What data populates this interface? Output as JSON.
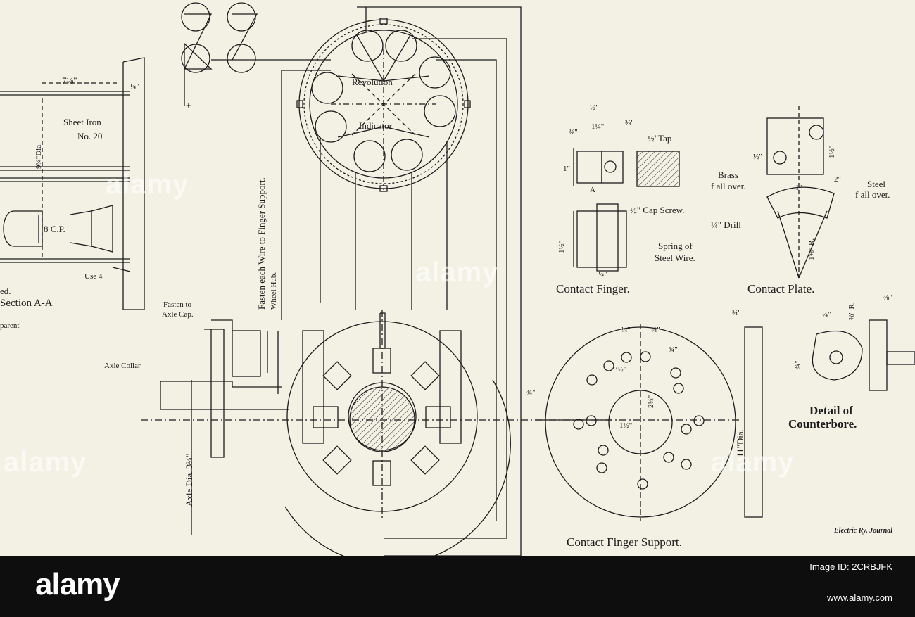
{
  "drawing": {
    "revolution_label": "Revolution",
    "indicator_label": "Indicator",
    "sheet_iron_label": "Sheet Iron",
    "no20_label": "No. 20",
    "dim_7_1_8": "7⅛\"",
    "dim_1_4_top": "¼\"",
    "dim_dia": "9¾\"Dia.",
    "lamp_label": "8 C.P.",
    "use4_label": "Use 4",
    "ed_fragment": "ed.",
    "section_caption": "Section A-A",
    "parent_fragment": "parent",
    "plus_sign": "+",
    "fasten_wire_note_1": "Fasten each Wire to Finger Support.",
    "fasten_wire_note_2": "Wheel Hub.",
    "fasten_axle_cap_1": "Fasten to",
    "fasten_axle_cap_2": "Axle Cap.",
    "axle_collar_label": "Axle Collar",
    "axle_dia_label": "Axle Dia. 3¾\"",
    "cf_dim_half": "½\"",
    "cf_dim_3_8_left": "⅜\"",
    "cf_dim_1_1_4": "1¼\"",
    "cf_dim_3_8_right": "⅜\"",
    "cf_tap": "½\"Tap",
    "cf_a_label": "A",
    "cf_dim_1": "1\"",
    "cf_cap_screw": "½\" Cap Screw.",
    "cf_dim_1_1_2": "1½\"",
    "cf_spring_1": "Spring of",
    "cf_spring_2": "Steel Wire.",
    "cf_dim_1_4": "¼\"",
    "contact_finger_caption": "Contact Finger.",
    "cp_dim_1_1_2": "1½\"",
    "cp_dim_half": "½\"",
    "cp_brass": "Brass",
    "cp_brass_finish": "f all over.",
    "cp_steel": "Steel",
    "cp_steel_finish": "f all over.",
    "cp_dim_2": "2\"",
    "cp_dim_1": "1\"",
    "cp_drill": "¼\" Drill",
    "cp_radius": "1⅝\" R.",
    "contact_plate_caption": "Contact Plate.",
    "cb_dim_3_4_a": "¾\"",
    "cb_dim_1_4": "¼\"",
    "cb_dim_3_8_r": "⅜\" R.",
    "cb_dim_3_8": "⅜\"",
    "cb_dim_3_4_b": "¾\"",
    "counterbore_caption_1": "Detail of",
    "counterbore_caption_2": "Counterbore.",
    "cfs_dim_3_4_left": "¾\"",
    "cfs_dim_1_4_a": "¼\"",
    "cfs_dim_1_4_b": "¼\"",
    "cfs_dim_3_4": "¾\"",
    "cfs_dim_3_1_2": "3½\"",
    "cfs_dim_1_1_2": "1½\"",
    "cfs_dim_2_1_2": "2½\"",
    "cfs_dim_11_dia": "11\"Dia.",
    "contact_finger_support_caption": "Contact Finger Support.",
    "credit": "Electric Ry. Journal"
  },
  "watermarks": [
    "alamy",
    "alamy",
    "alamy",
    "alamy"
  ],
  "footer": {
    "logo_text": "alamy",
    "image_id": "Image ID: 2CRBJFK",
    "url": "www.alamy.com"
  }
}
